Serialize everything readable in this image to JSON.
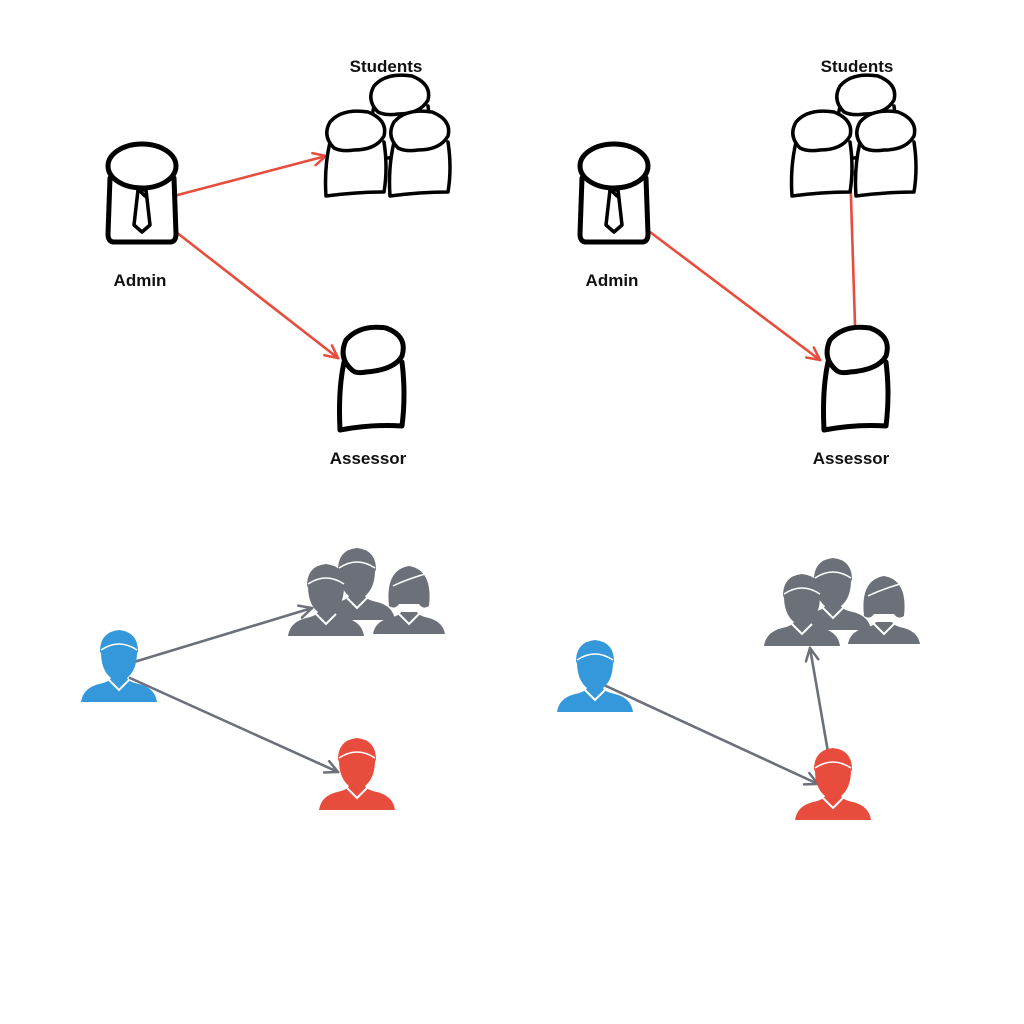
{
  "labels": {
    "students": "Students",
    "admin": "Admin",
    "assessor": "Assessor"
  },
  "colors": {
    "arrow_sketch": "#e74c3c",
    "arrow_flat": "#6b7079",
    "admin_flat": "#3498db",
    "assessor_flat": "#e74c3c",
    "students_flat": "#6b7079",
    "sketch_line": "#000000"
  },
  "icons": {
    "admin_sketch": "admin-with-tie-icon",
    "students_sketch": "students-group-icon",
    "assessor_sketch": "assessor-person-icon",
    "admin_flat": "user-icon",
    "students_flat": "users-group-icon",
    "assessor_flat": "user-icon"
  }
}
